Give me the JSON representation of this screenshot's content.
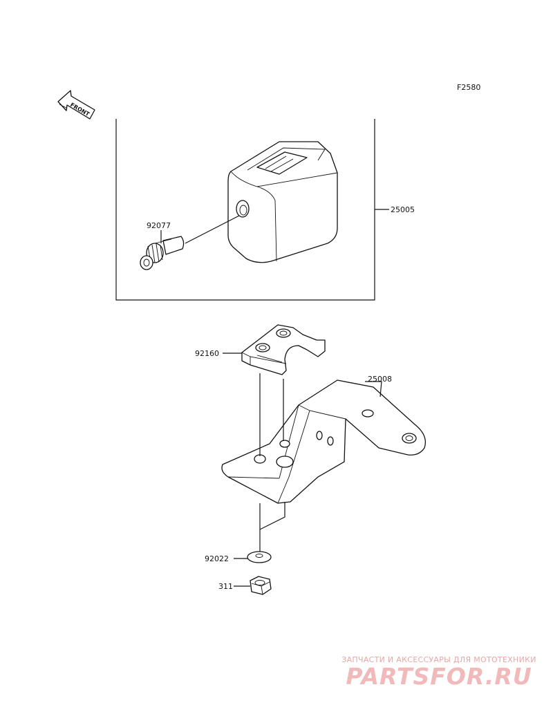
{
  "diagram": {
    "code": "F2580",
    "front_arrow": "FRONT",
    "parts": [
      {
        "number": "25005"
      },
      {
        "number": "92077"
      },
      {
        "number": "92160"
      },
      {
        "number": "25008"
      },
      {
        "number": "92022"
      },
      {
        "number": "311"
      }
    ]
  },
  "watermark": {
    "tagline": "ЗАПЧАСТИ И АКСЕССУАРЫ ДЛЯ МОТОТЕХНИКИ",
    "logo": "PARTSFOR.RU"
  }
}
